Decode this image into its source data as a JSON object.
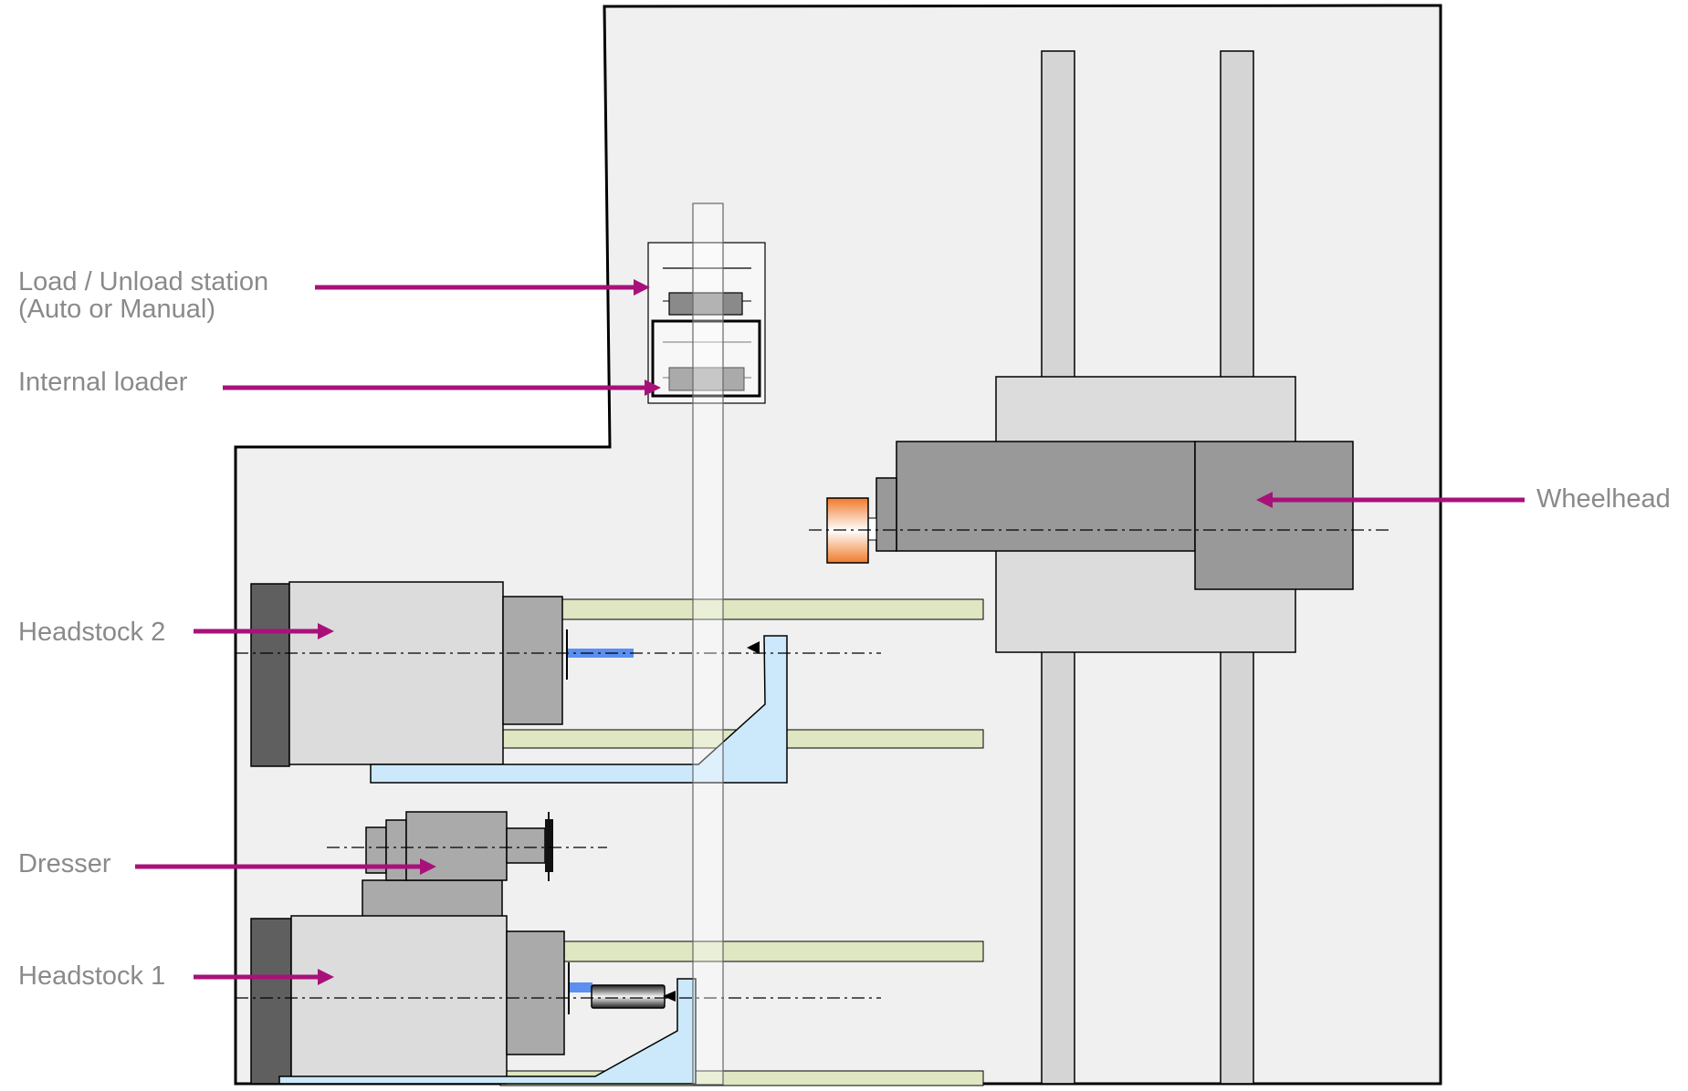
{
  "labels": {
    "load_unload_line1": "Load / Unload station",
    "load_unload_line2": "(Auto or Manual)",
    "internal_loader": "Internal loader",
    "headstock_2": "Headstock 2",
    "dresser": "Dresser",
    "headstock_1": "Headstock 1",
    "wheelhead": "Wheelhead"
  },
  "colors": {
    "arrow": "#a8117a",
    "label_text": "#8a8a8a",
    "machine_bg": "#f0f0f0",
    "rail": "#d5d5d5",
    "dark_block": "#999999",
    "light_block": "#dcdcdc",
    "guide_rail": "#dfe6c2",
    "tailstock": "#cce9fb",
    "wheel": "#f08a3c",
    "spindle_tip": "#5b8ff0"
  }
}
